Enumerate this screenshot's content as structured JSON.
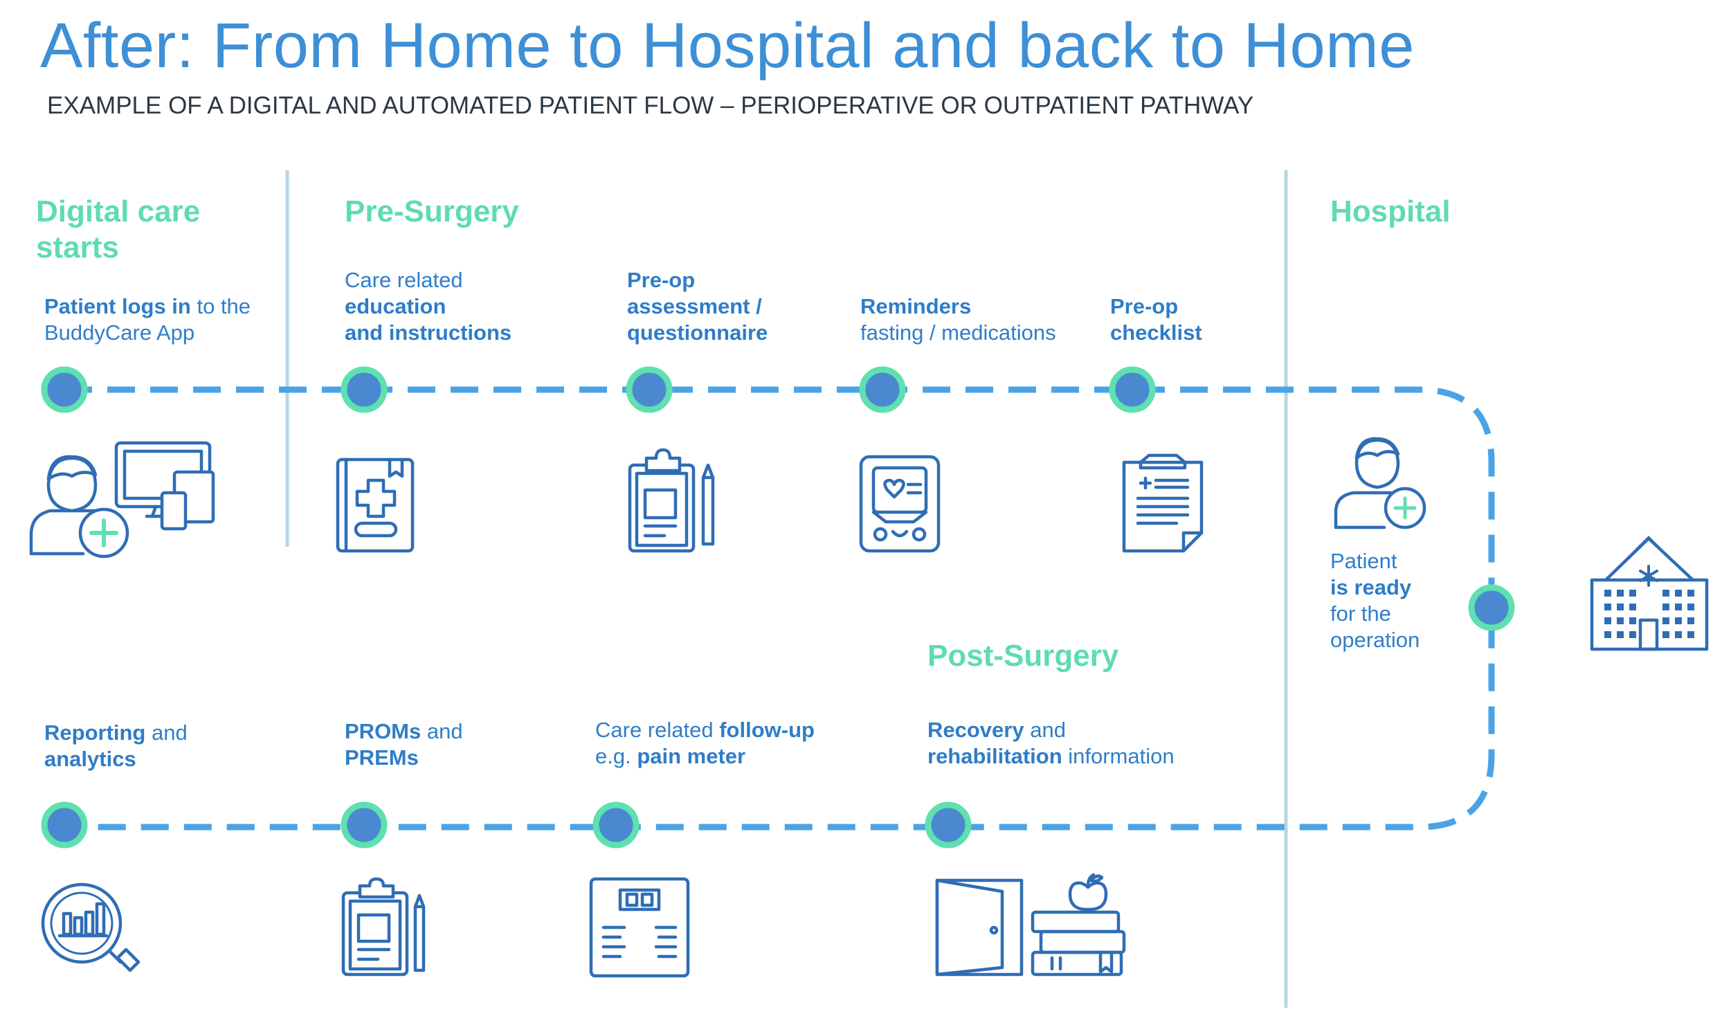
{
  "header": {
    "title": "After: From Home to Hospital and back to Home",
    "subtitle": "EXAMPLE OF A DIGITAL AND AUTOMATED PATIENT FLOW – PERIOPERATIVE OR OUTPATIENT PATHWAY"
  },
  "sections": {
    "digital_care": [
      "Digital care",
      "starts"
    ],
    "pre_surgery": "Pre-Surgery",
    "hospital": "Hospital",
    "post_surgery": "Post-Surgery"
  },
  "steps": {
    "login": {
      "b1": "Patient logs in",
      "t1": " to the",
      "t2": "BuddyCare App"
    },
    "education": {
      "t1": "Care related",
      "b2": "education",
      "b3": "and instructions"
    },
    "preop": {
      "b1": "Pre-op",
      "b2": "assessment /",
      "b3": "questionnaire"
    },
    "reminders": {
      "b1": "Reminders",
      "t2": "fasting / medications"
    },
    "checklist": {
      "b1": "Pre-op",
      "b2": "checklist"
    },
    "ready": {
      "t1": "Patient",
      "b2": "is ready",
      "t3": "for the",
      "t4": "operation"
    },
    "reporting": {
      "b1": "Reporting",
      "t1": " and",
      "b2": "analytics"
    },
    "proms": {
      "b1": "PROMs",
      "t1": " and",
      "b2": "PREMs"
    },
    "followup": {
      "t1": "Care related ",
      "b1": "follow-up",
      "t2": "e.g. ",
      "b2": "pain meter"
    },
    "recovery": {
      "b1": "Recovery",
      "t1": " and",
      "b2": "rehabilitation",
      "t2": " information"
    }
  },
  "colors": {
    "title": "#3d8fd6",
    "section": "#5fdcae",
    "step_text": "#2f7ec9",
    "dash": "#4aa3e6",
    "node_fill": "#4a89cf",
    "node_ring": "#5fe0b0",
    "icon": "#2f6db5",
    "divider": "#b6d6e2"
  }
}
